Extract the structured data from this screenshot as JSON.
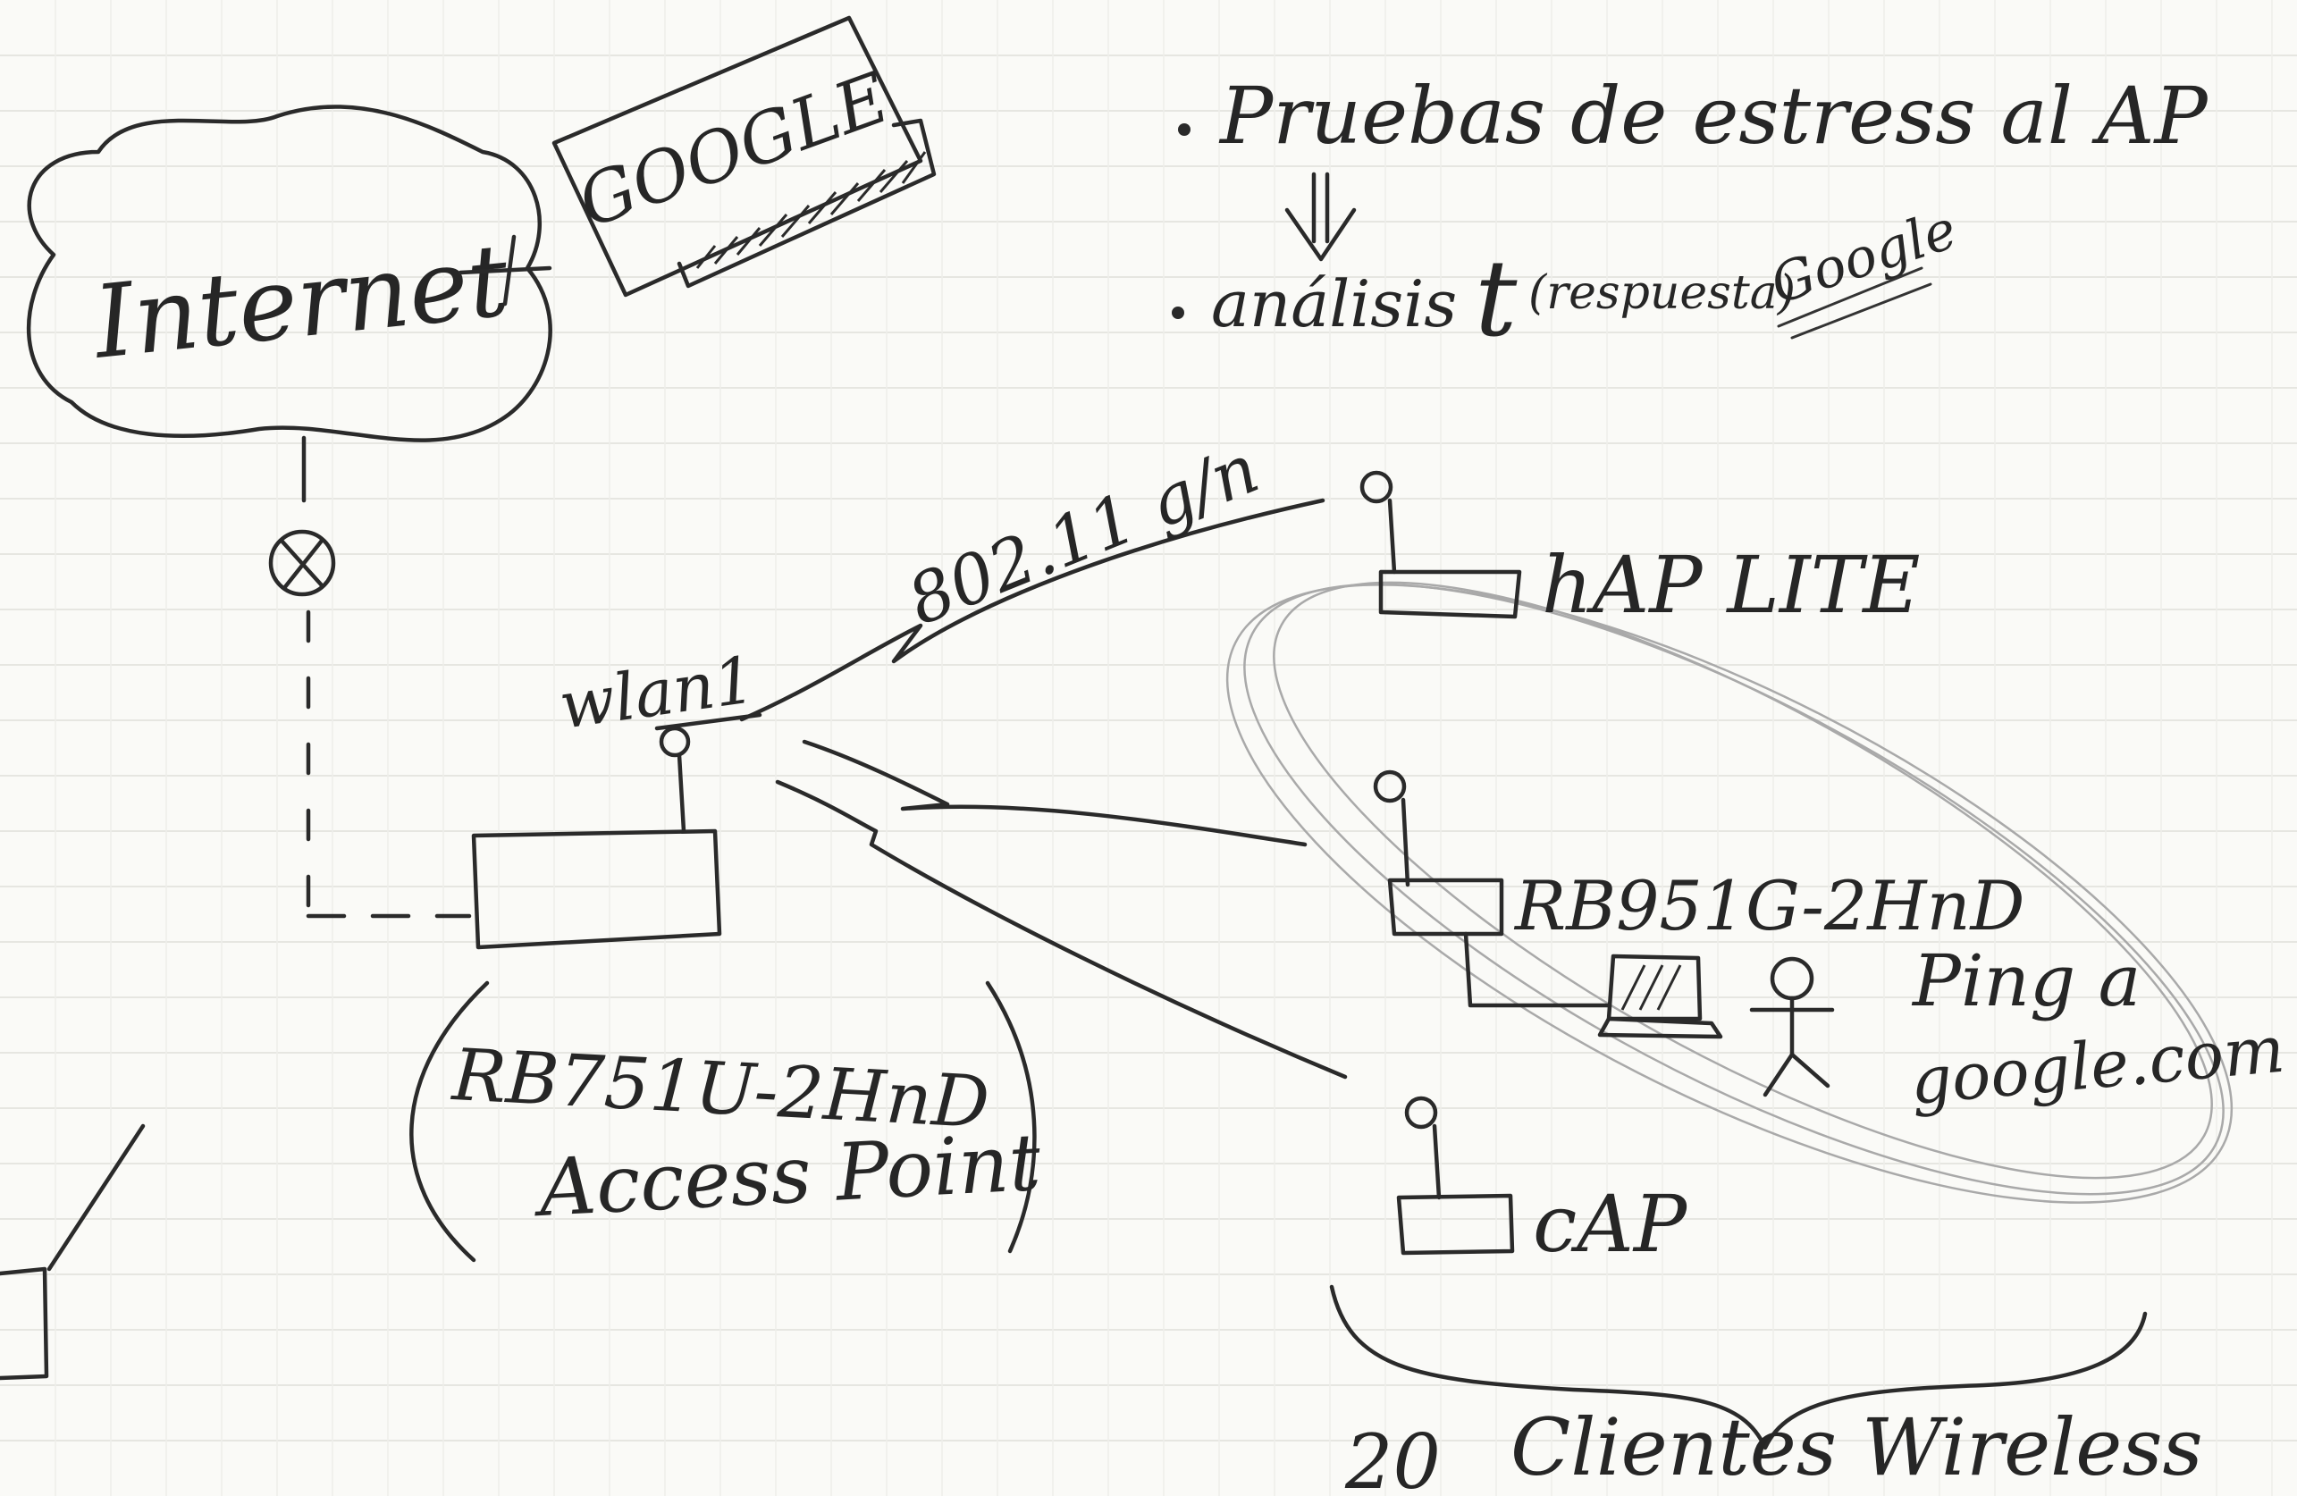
{
  "diagram": {
    "notes": {
      "line1": "Pruebas de estress al AP",
      "line2_prefix": "análisis",
      "line2_t": "t",
      "line2_paren": "(respuesta)",
      "line2_brand": "Google"
    },
    "cloud_label": "Internet",
    "server_label": "GOOGLE",
    "link_label": "802.11 g/n",
    "interface_label": "wlan1",
    "access_point": {
      "model": "RB751U-2HnD",
      "role": "Access Point"
    },
    "clients": [
      {
        "model": "hAP LITE"
      },
      {
        "model": "RB951G-2HnD"
      },
      {
        "model": "cAP"
      }
    ],
    "ping": {
      "line1": "Ping a",
      "line2": "google.com"
    },
    "clients_total": "20",
    "clients_caption": "Clientes Wireless"
  }
}
